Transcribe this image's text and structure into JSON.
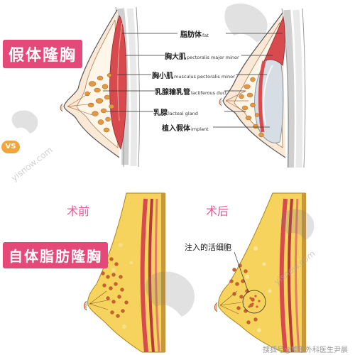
{
  "sections": {
    "implant": {
      "title": "假体隆胸"
    },
    "fat": {
      "title": "自体脂肪隆胸"
    }
  },
  "vs_badge": "VS",
  "anatomy_labels": [
    {
      "zh": "脂肪体",
      "en": "fat"
    },
    {
      "zh": "胸大肌",
      "en": "pectoralis major minor"
    },
    {
      "zh": "胸小肌",
      "en": "musculus pectoralis minor"
    },
    {
      "zh": "乳腺输乳管",
      "en": "lactiferous duct"
    },
    {
      "zh": "乳腺",
      "en": "lacteal gland"
    },
    {
      "zh": "植入假体",
      "en": "implant"
    }
  ],
  "before_label": "术前",
  "after_label": "术后",
  "injection_note": "注入的活细胞",
  "credit": "搜狐号@整形外科医生尹晨",
  "watermark_domain": "yisnow.com",
  "colors": {
    "badge": "#e4497a",
    "phase_text": "#e25a9a",
    "muscle": "#d84a4e",
    "fat_yellow": "#f6d35c",
    "lobule": "#c9612f",
    "implant": "#d6dde4"
  }
}
